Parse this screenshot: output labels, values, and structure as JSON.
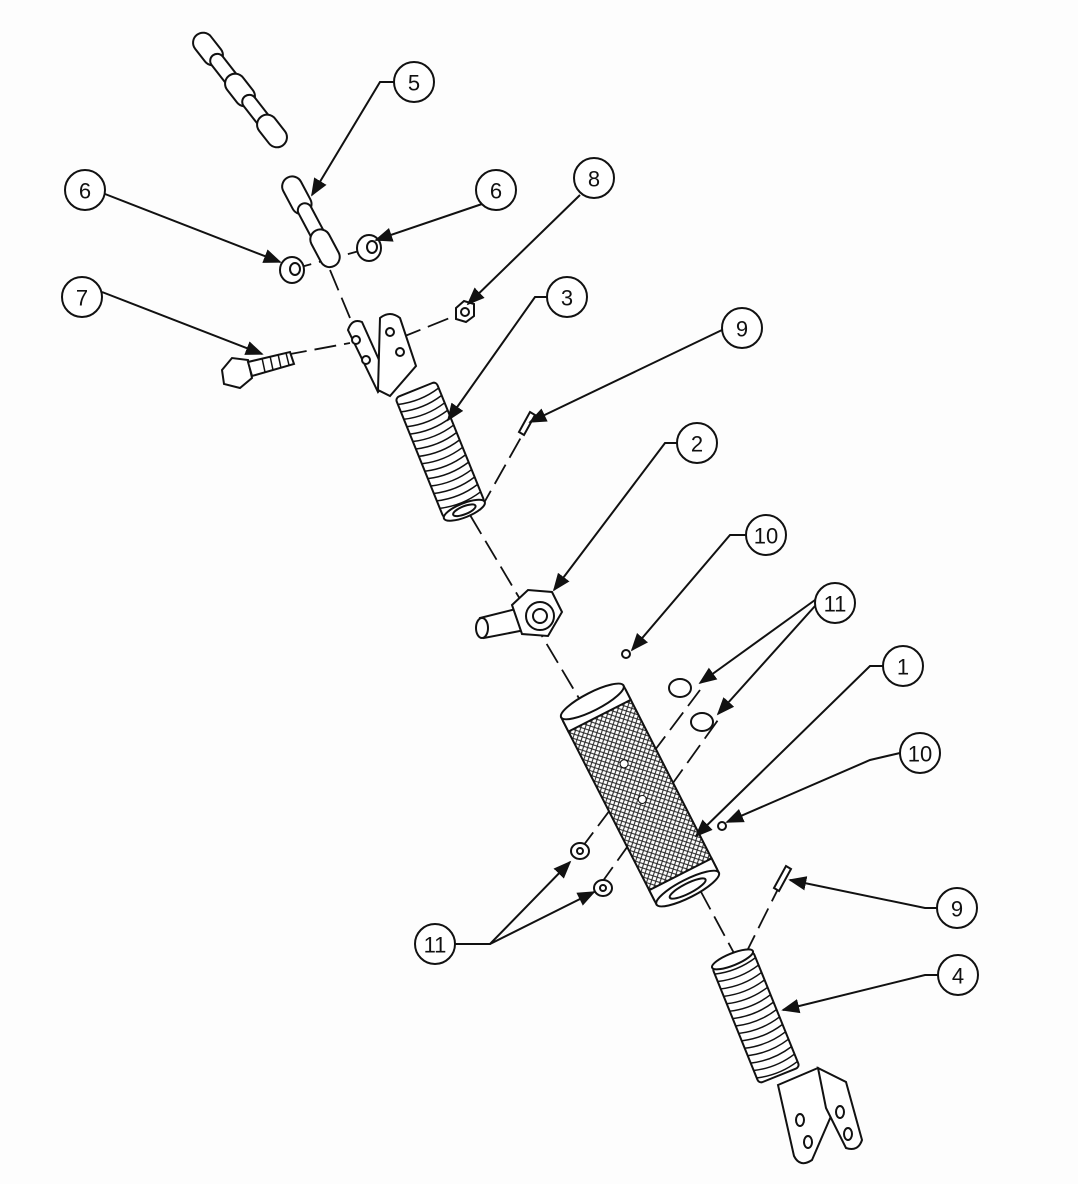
{
  "diagram": {
    "type": "exploded-parts-assembly",
    "balloons": [
      {
        "id": "b5",
        "label": "5"
      },
      {
        "id": "b6a",
        "label": "6"
      },
      {
        "id": "b6b",
        "label": "6"
      },
      {
        "id": "b8",
        "label": "8"
      },
      {
        "id": "b7",
        "label": "7"
      },
      {
        "id": "b3",
        "label": "3"
      },
      {
        "id": "b9a",
        "label": "9"
      },
      {
        "id": "b2",
        "label": "2"
      },
      {
        "id": "b10a",
        "label": "10"
      },
      {
        "id": "b11a",
        "label": "11"
      },
      {
        "id": "b1",
        "label": "1"
      },
      {
        "id": "b10b",
        "label": "10"
      },
      {
        "id": "b9b",
        "label": "9"
      },
      {
        "id": "b11b",
        "label": "11"
      },
      {
        "id": "b4",
        "label": "4"
      }
    ]
  }
}
